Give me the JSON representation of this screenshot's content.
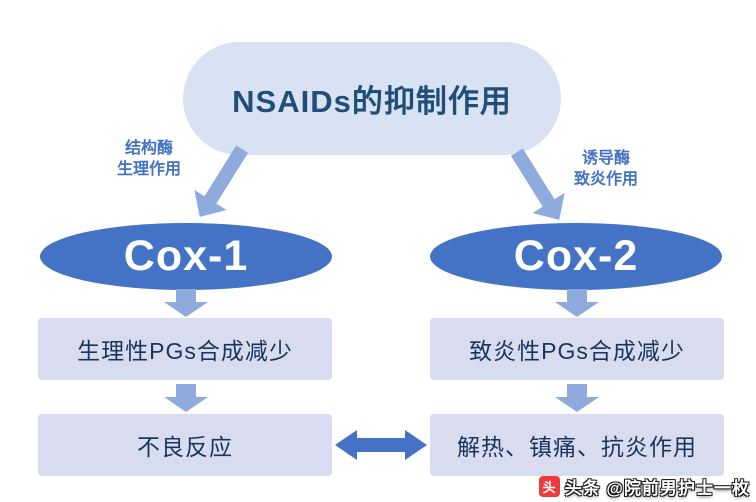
{
  "title": "NSAIDs的抑制作用",
  "branches": {
    "left": {
      "arrow_label_line1": "结构酶",
      "arrow_label_line2": "生理作用",
      "enzyme": "Cox-1",
      "outcome1": "生理性PGs合成减少",
      "outcome2": "不良反应"
    },
    "right": {
      "arrow_label_line1": "诱导酶",
      "arrow_label_line2": "致炎作用",
      "enzyme": "Cox-2",
      "outcome1": "致炎性PGs合成减少",
      "outcome2": "解热、镇痛、抗炎作用"
    }
  },
  "watermark": {
    "icon_glyph": "头",
    "text": "头条 @院前男护士一枚"
  },
  "colors": {
    "title_bg": "#d9e2f3",
    "title_text": "#1f4e79",
    "ellipse_bg": "#4472c4",
    "ellipse_text": "#ffffff",
    "box_bg": "#d8dcee",
    "box_text": "#17365d",
    "arrow": "#8faadc",
    "double_arrow": "#4472c4",
    "branch_label": "#4472c4",
    "watermark_icon_bg": "#ed3b3b"
  }
}
